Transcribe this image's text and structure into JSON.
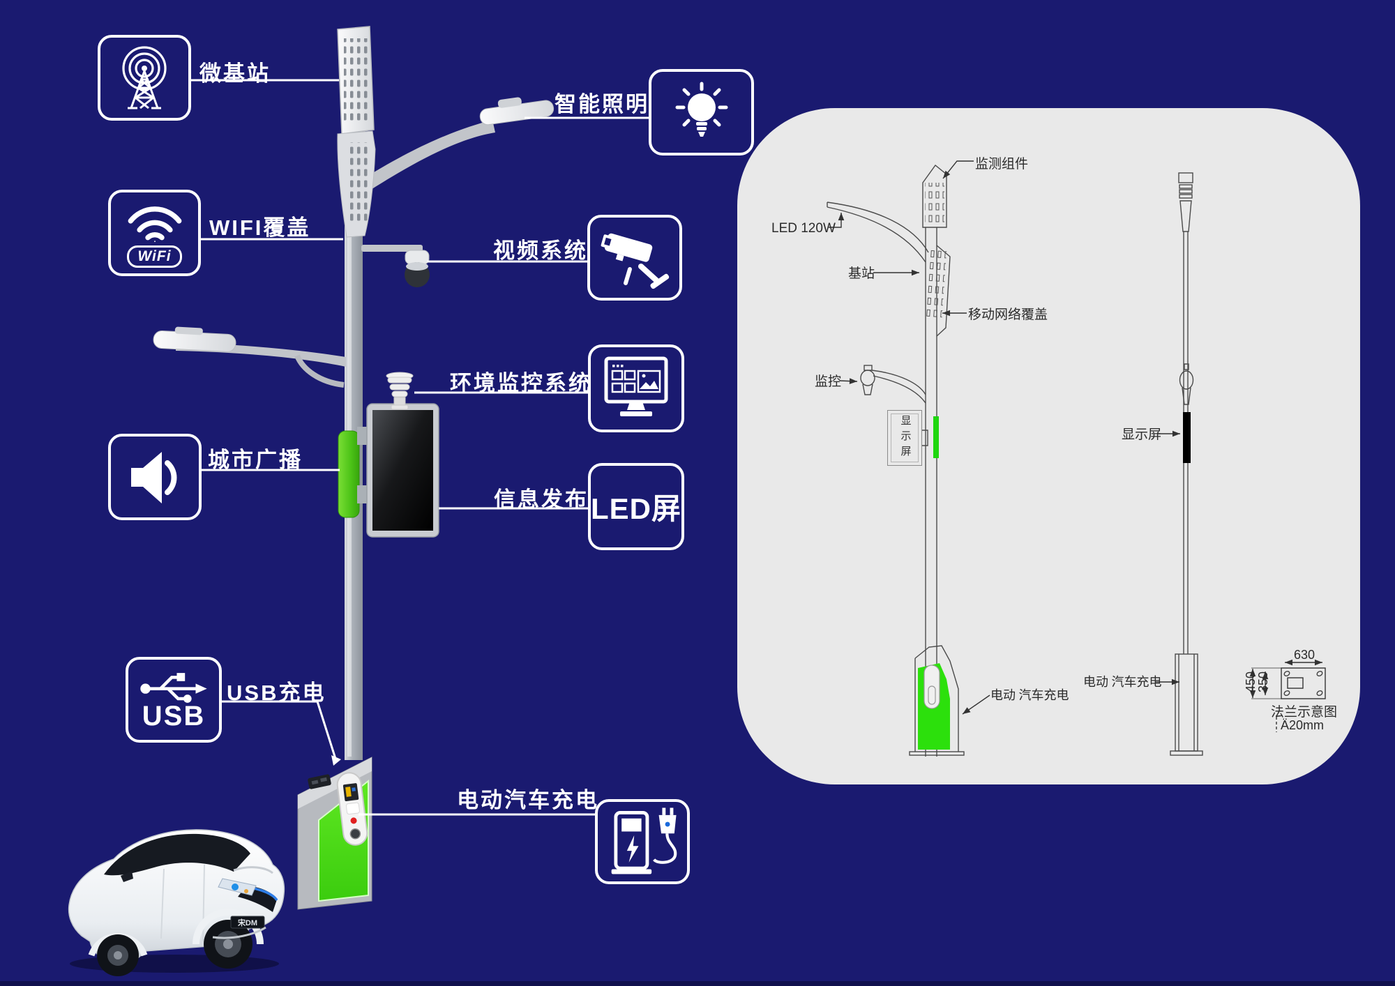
{
  "callouts": {
    "micro_base_station": "微基站",
    "wifi_coverage": "WIFI覆盖",
    "wifi_badge": "WiFi",
    "smart_lighting": "智能照明",
    "video_system": "视频系统",
    "env_monitoring": "环境监控系统",
    "city_broadcast": "城市广播",
    "info_publish": "信息发布",
    "led_screen_box": "LED屏",
    "usb_charging": "USB充电",
    "usb_box": "USB",
    "ev_charging": "电动汽车充电"
  },
  "diagram": {
    "monitor_component": "监测组件",
    "led_power": "LED 120W",
    "base_station": "基站",
    "mobile_network": "移动网络覆盖",
    "surveillance": "监控",
    "display_front": "显示屏",
    "display_side": "显示屏",
    "ev_charge_front": "电动 汽车充电",
    "ev_charge_side": "电动 汽车充电",
    "dim_width": "630",
    "dim_450": "450",
    "dim_350": "350",
    "flange_caption": "法兰示意图",
    "flange_thickness": "Ä20mm"
  },
  "car": {
    "plate": "宋DM"
  },
  "colors": {
    "background": "#1a1a70",
    "panel": "#e9e9e9",
    "accent_green": "#3fd813",
    "callout_white": "#ffffff"
  }
}
